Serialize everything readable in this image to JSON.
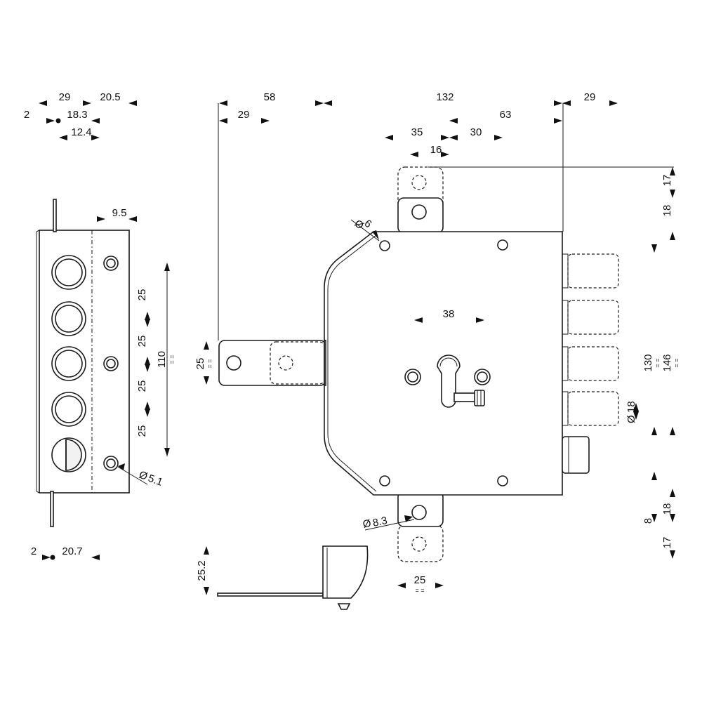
{
  "dimensions": {
    "top": {
      "d29a": "29",
      "d20_5": "20.5",
      "d2a": "2",
      "d18_3": "18.3",
      "d12_4": "12.4",
      "d58": "58",
      "d29b": "29",
      "d132": "132",
      "d63": "63",
      "d29c": "29",
      "d35": "35",
      "d30": "30",
      "d16": "16"
    },
    "left": {
      "d9_5": "9.5",
      "d25a": "25",
      "d25b": "25",
      "d25c": "25",
      "d25d": "25",
      "d110": "110",
      "d5_1": "5.1",
      "d2b": "2",
      "d20_7": "20.7"
    },
    "main": {
      "d6": "6",
      "d38": "38",
      "d25e": "25",
      "d8_3": "8.3",
      "d25f": "25",
      "d25_2": "25.2",
      "d18_dia": "18"
    },
    "right": {
      "d17a": "17",
      "d18a": "18",
      "d130": "130",
      "d146": "146",
      "d8": "8",
      "d18b": "18",
      "d17b": "17"
    },
    "symbols": {
      "diameter": "Ø",
      "centered": "= ="
    }
  }
}
